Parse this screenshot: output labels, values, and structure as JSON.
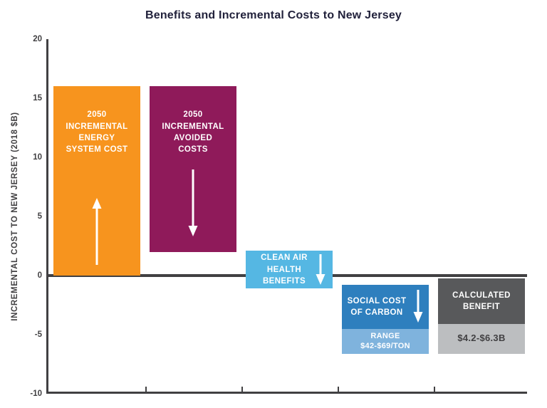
{
  "title": "Benefits and Incremental Costs to New Jersey",
  "y_axis": {
    "label": "INCREMENTAL COST TO NEW JERSEY (2018 $B)",
    "ticks": [
      20,
      15,
      10,
      5,
      0,
      -5,
      -10
    ]
  },
  "colors": {
    "title": "#21213B",
    "axis": "#414042",
    "orange": "#F7941E",
    "magenta": "#8F1A5A",
    "light_blue": "#55B7E3",
    "medium_blue": "#2E7FBE",
    "pale_blue": "#7FB3DD",
    "dark_gray": "#58595B",
    "light_gray": "#BCBEC0"
  },
  "chart_data": {
    "type": "bar",
    "title": "Benefits and Incremental Costs to New Jersey",
    "xlabel": "",
    "ylabel": "INCREMENTAL COST TO NEW JERSEY (2018 $B)",
    "ylim": [
      -10,
      20
    ],
    "grid": false,
    "legend": "none",
    "bars": [
      {
        "name": "2050-incremental-energy-system-cost",
        "label": "2050\nINCREMENTAL\nENERGY\nSYSTEM COST",
        "top": 16,
        "bottom": 0,
        "color": "#F7941E",
        "arrow": "up"
      },
      {
        "name": "2050-incremental-avoided-costs",
        "label": "2050\nINCREMENTAL\nAVOIDED\nCOSTS",
        "top": 16,
        "bottom": 2,
        "color": "#8F1A5A",
        "arrow": "down"
      },
      {
        "name": "clean-air-health-benefits",
        "label": "CLEAN AIR\nHEALTH\nBENEFITS",
        "top": 2.1,
        "bottom": -1.1,
        "color": "#55B7E3",
        "arrow": "down"
      },
      {
        "name": "social-cost-of-carbon",
        "label": "SOCIAL COST\nOF CARBON",
        "top": -0.8,
        "bottom": -6.6,
        "divider": -4.5,
        "sub_label": "RANGE\n$42-$69/TON",
        "color": "#2E7FBE",
        "sub_color": "#7FB3DD",
        "sub_text_color": "#FFFFFF",
        "arrow": "down"
      },
      {
        "name": "calculated-benefit",
        "label": "CALCULATED\nBENEFIT",
        "top": -0.25,
        "bottom": -6.6,
        "divider": -4.1,
        "sub_label": "$4.2-$6.3B",
        "color": "#58595B",
        "sub_color": "#BCBEC0",
        "sub_text_color": "#414042",
        "arrow": null
      }
    ]
  }
}
